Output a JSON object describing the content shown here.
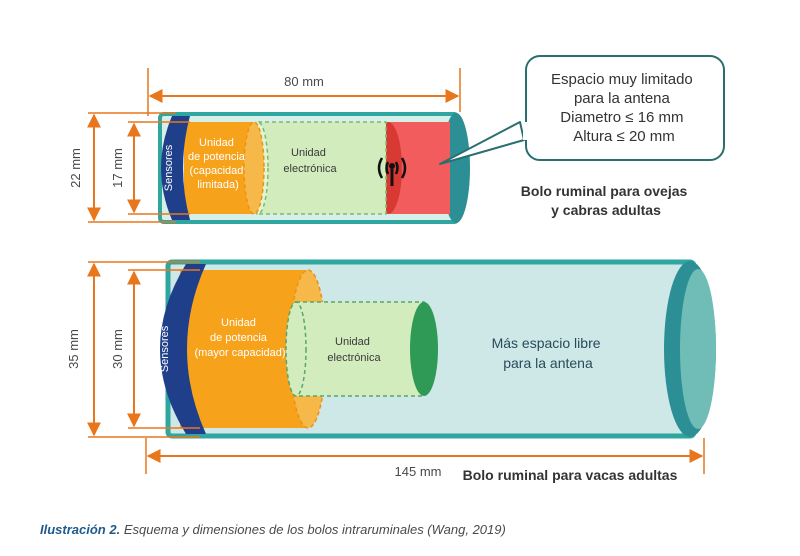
{
  "colors": {
    "dimension": "#e8761c",
    "teal": "#2fa6a0",
    "dark_blue": "#1f3f8a",
    "orange": "#f7a21b",
    "light_green": "#cfeab9",
    "red": "#f25c5c",
    "light_teal": "#cde8e6"
  },
  "small_bolus": {
    "length": "80 mm",
    "outer_diameter": "22 mm",
    "inner_diameter": "17 mm",
    "sensors": "Sensores",
    "power_unit": [
      "Unidad",
      "de potencia",
      "(capacidad",
      "limitada)"
    ],
    "electronic_unit": [
      "Unidad",
      "electrónica"
    ],
    "callout": [
      "Espacio muy limitado",
      "para la antena",
      "Diametro ≤ 16 mm",
      "Altura ≤ 20 mm"
    ],
    "title": [
      "Bolo ruminal para ovejas",
      "y cabras adultas"
    ],
    "antenna_icon": "antenna-icon"
  },
  "large_bolus": {
    "length": "145 mm",
    "outer_diameter": "35 mm",
    "inner_diameter": "30 mm",
    "sensors": "Sensores",
    "power_unit": [
      "Unidad",
      "de potencia",
      "(mayor capacidad)"
    ],
    "electronic_unit": [
      "Unidad",
      "electrónica"
    ],
    "free_space": [
      "Más espacio libre",
      "para la antena"
    ],
    "title": "Bolo ruminal para vacas adultas"
  },
  "caption": {
    "label": "Ilustración 2.",
    "text": " Esquema y dimensiones de los bolos intraruminales (Wang, 2019)"
  }
}
